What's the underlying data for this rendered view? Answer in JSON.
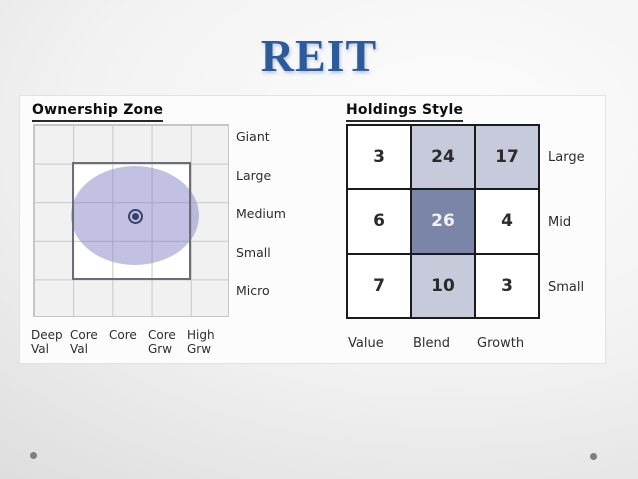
{
  "slide": {
    "title": "REIT"
  },
  "panels": {
    "ownership_zone": {
      "header": "Ownership Zone",
      "size_labels": [
        "Giant",
        "Large",
        "Medium",
        "Small",
        "Micro"
      ],
      "style_labels": [
        {
          "line1": "Deep",
          "line2": "Val"
        },
        {
          "line1": "Core",
          "line2": "Val"
        },
        {
          "line1": "Core",
          "line2": ""
        },
        {
          "line1": "Core",
          "line2": "Grw"
        },
        {
          "line1": "High",
          "line2": "Grw"
        }
      ]
    },
    "holdings_style": {
      "header": "Holdings Style",
      "row_labels": [
        "Large",
        "Mid",
        "Small"
      ],
      "col_labels": [
        "Value",
        "Blend",
        "Growth"
      ],
      "cells": [
        [
          "3",
          "24",
          "17"
        ],
        [
          "6",
          "26",
          "4"
        ],
        [
          "7",
          "10",
          "3"
        ]
      ]
    }
  },
  "chart_data": [
    {
      "type": "scatter",
      "title": "Ownership Zone",
      "x_categories": [
        "Deep Val",
        "Core Val",
        "Core",
        "Core Grw",
        "High Grw"
      ],
      "y_categories": [
        "Giant",
        "Large",
        "Medium",
        "Small",
        "Micro"
      ],
      "grid": "5x5",
      "centroid_point": {
        "x": "Core",
        "y": "Medium"
      },
      "zone_ellipse": {
        "center": {
          "x": "Core",
          "y": "Medium"
        },
        "x_extent": [
          "Core Val",
          "Core Grw"
        ],
        "y_extent": [
          "Large",
          "Small"
        ]
      },
      "highlight_box": {
        "cols": [
          "Core Val",
          "Core",
          "Core Grw"
        ],
        "rows": [
          "Large",
          "Medium",
          "Small"
        ]
      },
      "legend_position": "right"
    },
    {
      "type": "heatmap",
      "title": "Holdings Style",
      "columns": [
        "Value",
        "Blend",
        "Growth"
      ],
      "rows": [
        "Large",
        "Mid",
        "Small"
      ],
      "values": [
        [
          3,
          24,
          17
        ],
        [
          6,
          26,
          4
        ],
        [
          7,
          10,
          3
        ]
      ],
      "shading": {
        "light_cells": [
          [
            0,
            1
          ],
          [
            0,
            2
          ],
          [
            2,
            1
          ]
        ],
        "dark_cells": [
          [
            1,
            1
          ]
        ],
        "white_cells": [
          [
            0,
            0
          ],
          [
            1,
            0
          ],
          [
            1,
            2
          ],
          [
            2,
            0
          ],
          [
            2,
            2
          ]
        ]
      }
    }
  ],
  "colors": {
    "title_blue": "#2d5a9b",
    "zone_ellipse_fill": "#c6c4e2",
    "centroid_navy": "#39406f",
    "style_cell_light": "#c7cada",
    "style_cell_dark": "#7b85a8",
    "style_grid_border": "#1b1b1b",
    "ownership_grid_line": "#c6c6c6",
    "inner_box_border": "#6d6d78",
    "footer_dot_gray": "#7e7e7e"
  }
}
